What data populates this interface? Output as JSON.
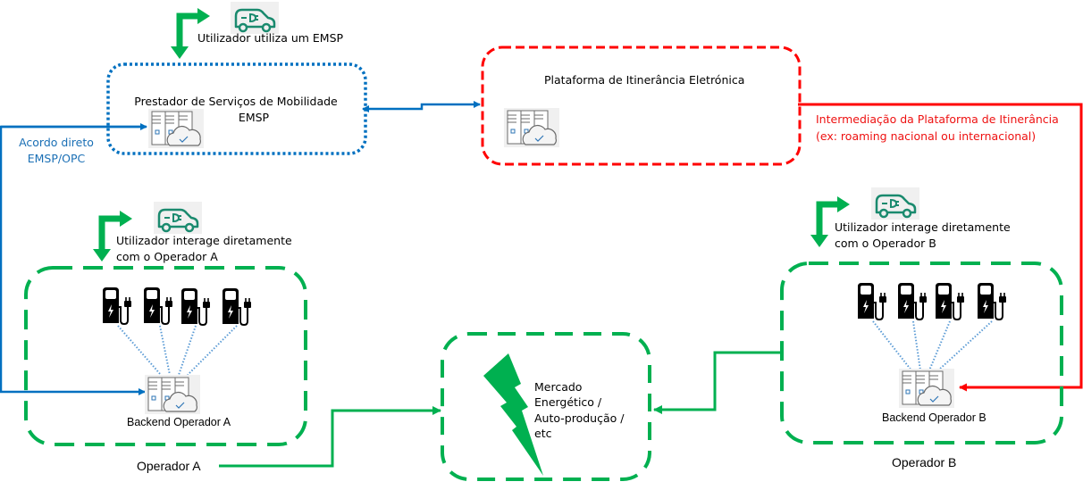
{
  "colors": {
    "green": "#00b050",
    "blue": "#0070c0",
    "red": "#ff0000",
    "ev_icon": "#1a8a6e",
    "light_blue_dots": "#5b9bd5"
  },
  "nodes": {
    "emsp": {
      "title_line1": "Prestador de Serviços de Mobilidade",
      "title_line2": "EMSP",
      "user_label": "Utilizador utiliza um  EMSP",
      "icon": "server-cloud-icon"
    },
    "roaming_platform": {
      "title": "Plataforma de Itinerância Eletrónica",
      "icon": "server-cloud-icon"
    },
    "operator_a": {
      "name": "Operador A",
      "user_label_line1": "Utilizador interage diretamente",
      "user_label_line2": "com o Operador A",
      "backend_label": "Backend Operador  A",
      "chargers": 4
    },
    "operator_b": {
      "name": "Operador B",
      "user_label_line1": "Utilizador interage diretamente",
      "user_label_line2": "com  o Operador B",
      "backend_label": "Backend Operador  B",
      "chargers": 4
    },
    "energy_market": {
      "line1": "Mercado",
      "line2": "Energético /",
      "line3": "Auto-produção /",
      "line4": "etc",
      "icon": "lightning-bolt-icon"
    }
  },
  "connections": {
    "direct_agreement": {
      "line1": "Acordo direto",
      "line2": "EMSP/OPC"
    },
    "platform_intermediation": {
      "line1": "Intermediação da Plataforma de Itinerância",
      "line2": "(ex: roaming nacional ou internacional)"
    }
  }
}
